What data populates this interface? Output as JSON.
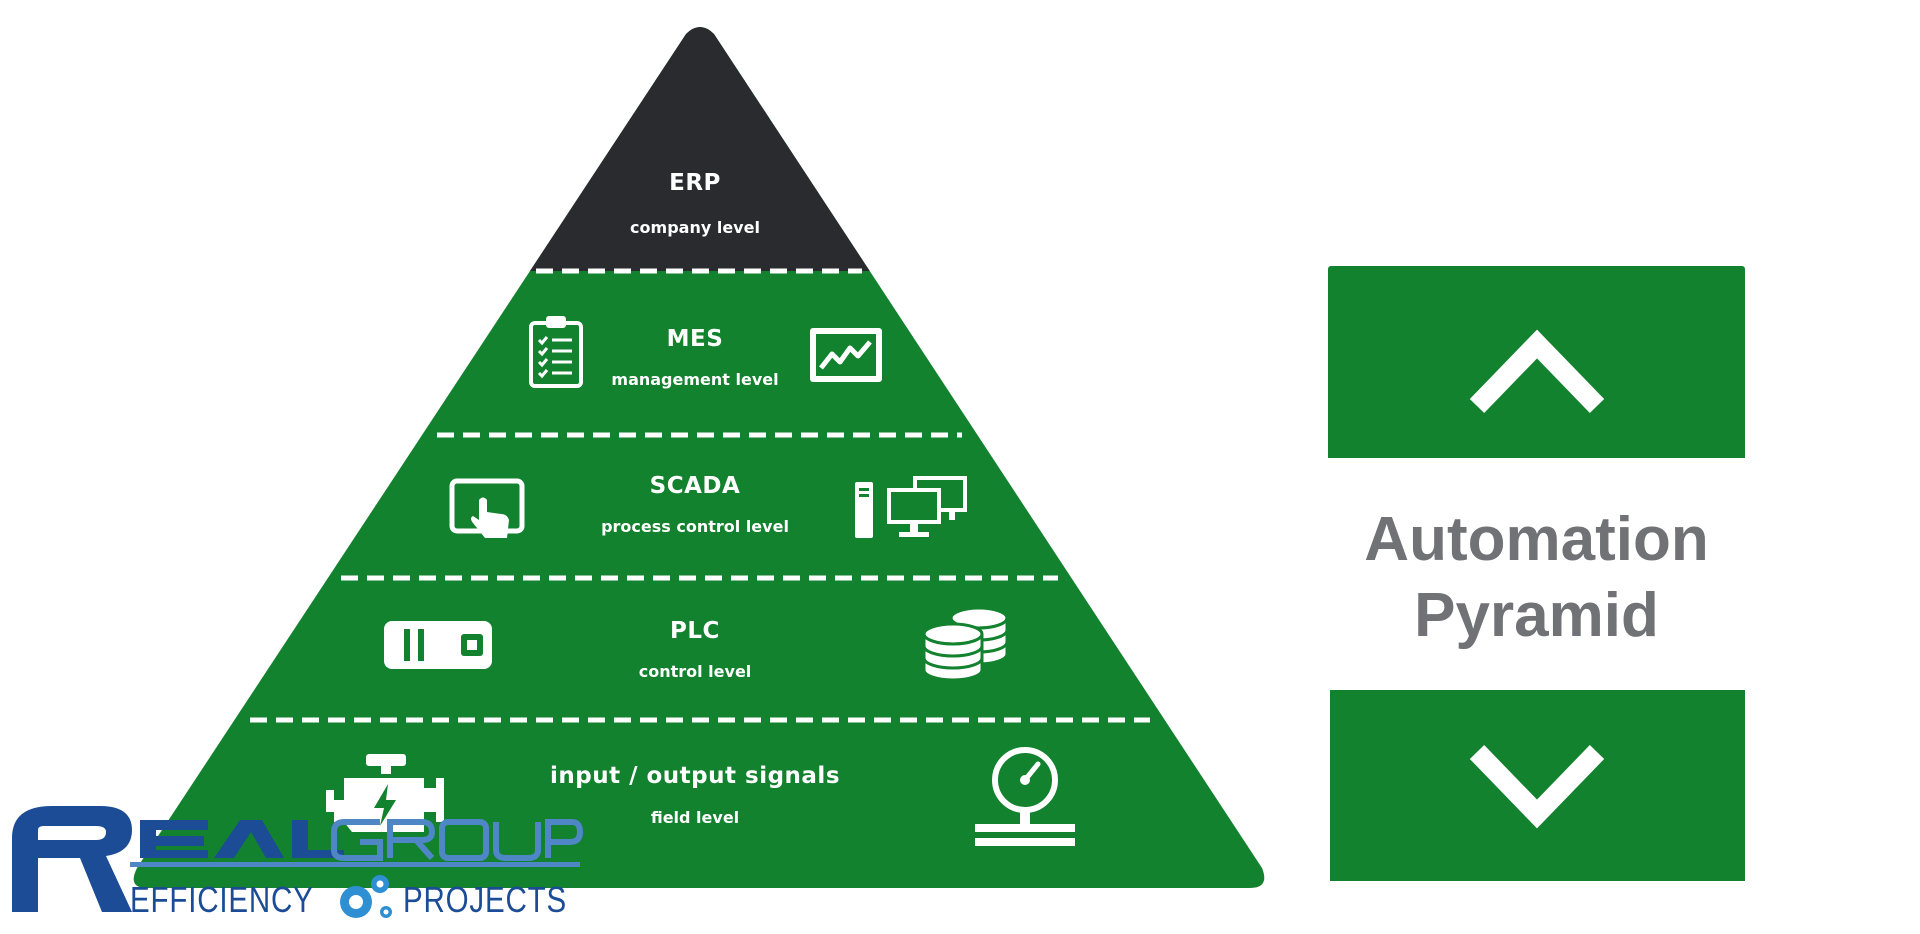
{
  "pyramid": {
    "levels": [
      {
        "title": "ERP",
        "subtitle": "company level"
      },
      {
        "title": "MES",
        "subtitle": "management level"
      },
      {
        "title": "SCADA",
        "subtitle": "process control level"
      },
      {
        "title": "PLC",
        "subtitle": "control level"
      },
      {
        "title": "input / output signals",
        "subtitle": "field level"
      }
    ],
    "icons": {
      "mes_left": "clipboard-checklist-icon",
      "mes_right": "trend-chart-monitor-icon",
      "scada_left": "touchscreen-tablet-icon",
      "scada_right": "computer-workstations-icon",
      "plc_left": "plc-module-icon",
      "plc_right": "database-stack-icon",
      "field_left": "engine-icon",
      "field_right": "pressure-gauge-icon"
    },
    "colors": {
      "top": "#2a2b2f",
      "body": "#13822f",
      "divider": "#ffffff"
    }
  },
  "panel": {
    "title_line1": "Automation",
    "title_line2": "Pyramid",
    "colors": {
      "accent": "#13822f",
      "text": "#707276"
    }
  },
  "logo": {
    "wordmark": "REAL GROUP",
    "left_text": "EFFICIENCY",
    "right_text": "PROJECTS",
    "colors": {
      "primary": "#1b4c95",
      "secondary": "#4f86c6",
      "gear": "#2f8fd3"
    }
  }
}
